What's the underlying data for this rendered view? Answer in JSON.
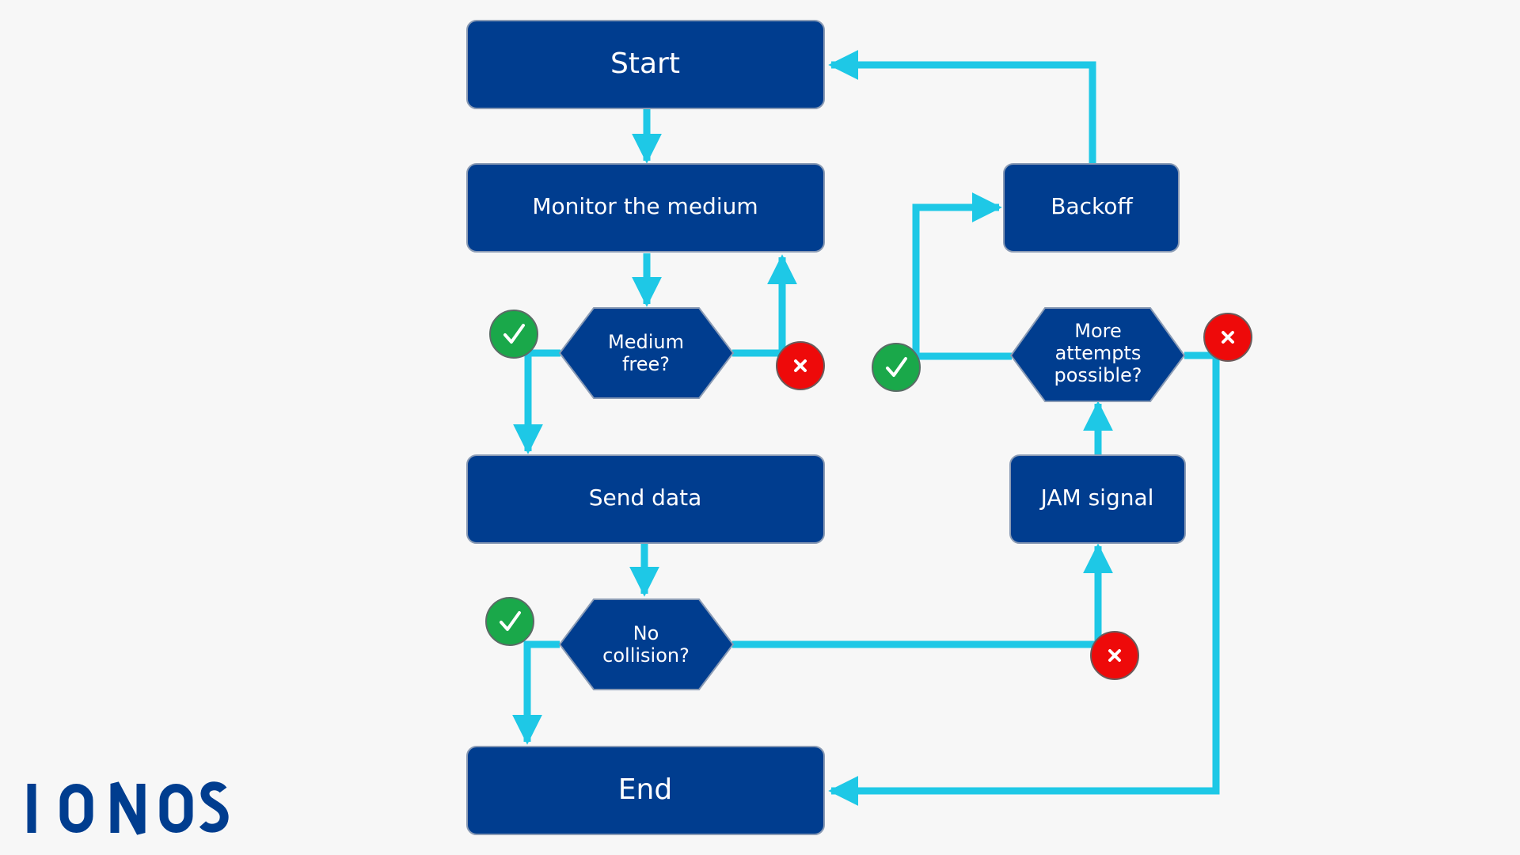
{
  "colors": {
    "background": "#f7f7f7",
    "node_fill": "#003d8f",
    "node_stroke": "#8a9bb5",
    "connector": "#1ec8e6",
    "yes_badge": "#1aa84a",
    "no_badge": "#ee0a0a",
    "logo": "#003d8f"
  },
  "nodes": {
    "start": "Start",
    "monitor": "Monitor the medium",
    "medium_free_line1": "Medium",
    "medium_free_line2": "free?",
    "send_data": "Send data",
    "no_collision_line1": "No",
    "no_collision_line2": "collision?",
    "end": "End",
    "backoff": "Backoff",
    "more_attempts_line1": "More",
    "more_attempts_line2": "attempts",
    "more_attempts_line3": "possible?",
    "jam_signal": "JAM signal"
  },
  "badges": {
    "yes_icon": "check-icon",
    "no_icon": "cross-icon"
  },
  "logo": {
    "text": "IONOS"
  }
}
